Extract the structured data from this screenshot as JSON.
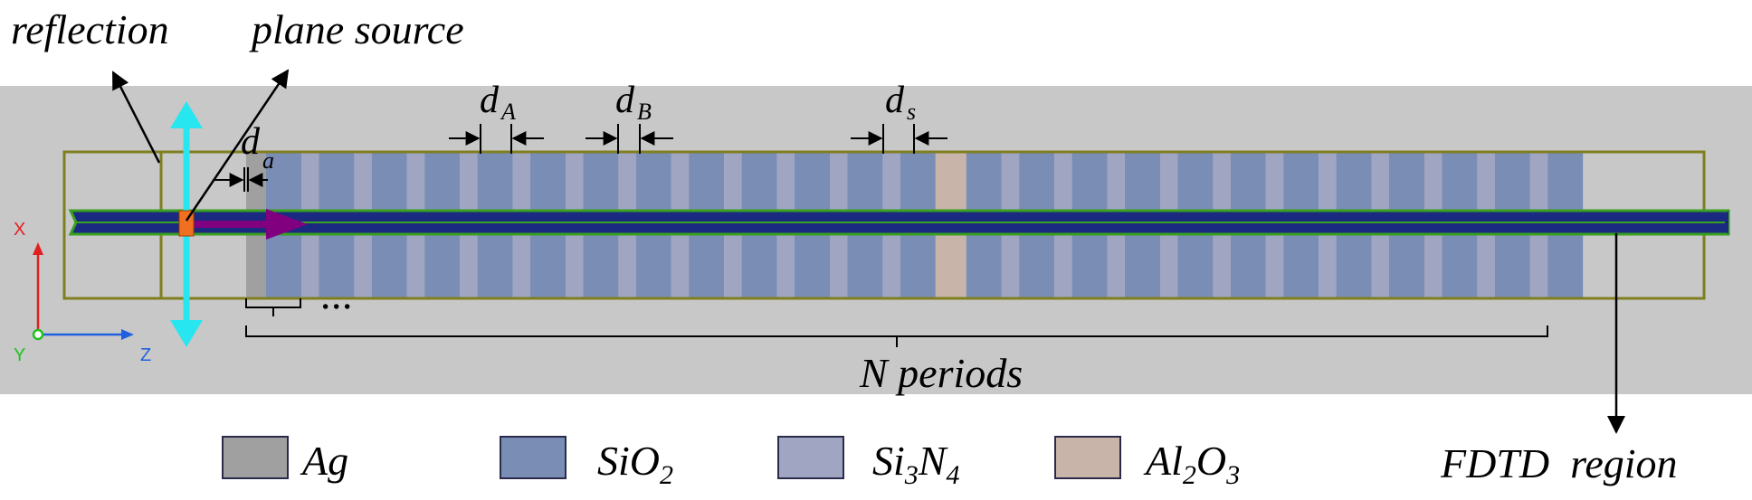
{
  "labels": {
    "reflection": "reflection",
    "plane_source": "plane source",
    "d_A": {
      "base": "d",
      "sub": "A"
    },
    "d_B": {
      "base": "d",
      "sub": "B"
    },
    "d_s": {
      "base": "d",
      "sub": "s"
    },
    "d_a": {
      "base": "d",
      "sub": "a"
    },
    "n_periods": "N periods",
    "fdtd_region": "FDTD  region",
    "ellipsis": "• • •"
  },
  "axes": {
    "x": "X",
    "y": "Y",
    "z": "Z"
  },
  "legend": [
    {
      "name": "ag",
      "text": "Ag",
      "color": "#a0a0a0"
    },
    {
      "name": "sio2",
      "text": "SiO",
      "sub1": "2",
      "color": "#7a8db5"
    },
    {
      "name": "si3n4",
      "text": "Si",
      "sub1": "3",
      "mid": "N",
      "sub2": "4",
      "color": "#a0a6c2"
    },
    {
      "name": "al2o3",
      "text": "Al",
      "sub1": "2",
      "mid": "O",
      "sub2": "3",
      "color": "#c8b4a8"
    }
  ],
  "colors": {
    "background_region": "#c8c8c8",
    "frame": "#7f7f1f",
    "waveguide": "#1a2a80",
    "waveguide_outline": "#3aa020",
    "source_arrow": "#27e6f0",
    "propagation_arrow": "#800080",
    "source_marker": "#f07020",
    "ag": "#a0a0a0",
    "sio2": "#7a8db5",
    "si3n4": "#a0a6c2",
    "al2o3": "#c8b4a8",
    "axis_x": "#e02020",
    "axis_y": "#20c020",
    "axis_z": "#2060e0"
  },
  "structure": {
    "periods_before_defect": 12,
    "periods_after_defect": 12
  }
}
